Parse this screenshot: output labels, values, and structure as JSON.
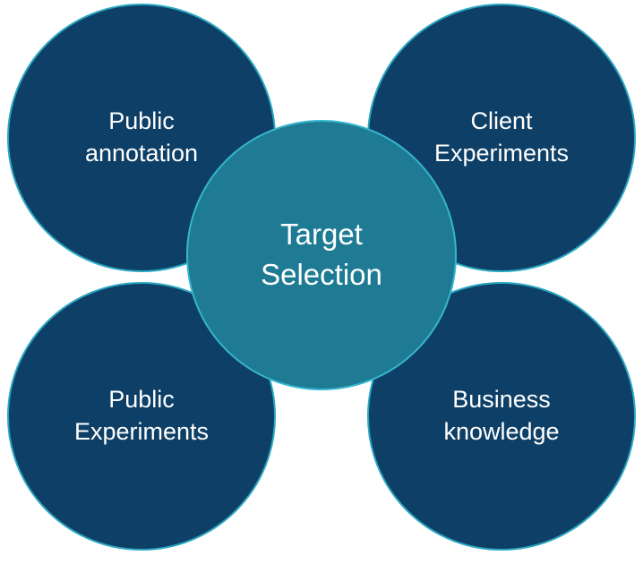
{
  "nodes": {
    "top_left": {
      "label": "Public\nannotation"
    },
    "top_right": {
      "label": "Client\nExperiments"
    },
    "bottom_left": {
      "label": "Public\nExperiments"
    },
    "bottom_right": {
      "label": "Business\nknowledge"
    },
    "center": {
      "label": "Target\nSelection"
    }
  },
  "colors": {
    "outer_fill": "#0e3f66",
    "center_fill": "#1f7a93",
    "outline": "#2aa6c0"
  }
}
